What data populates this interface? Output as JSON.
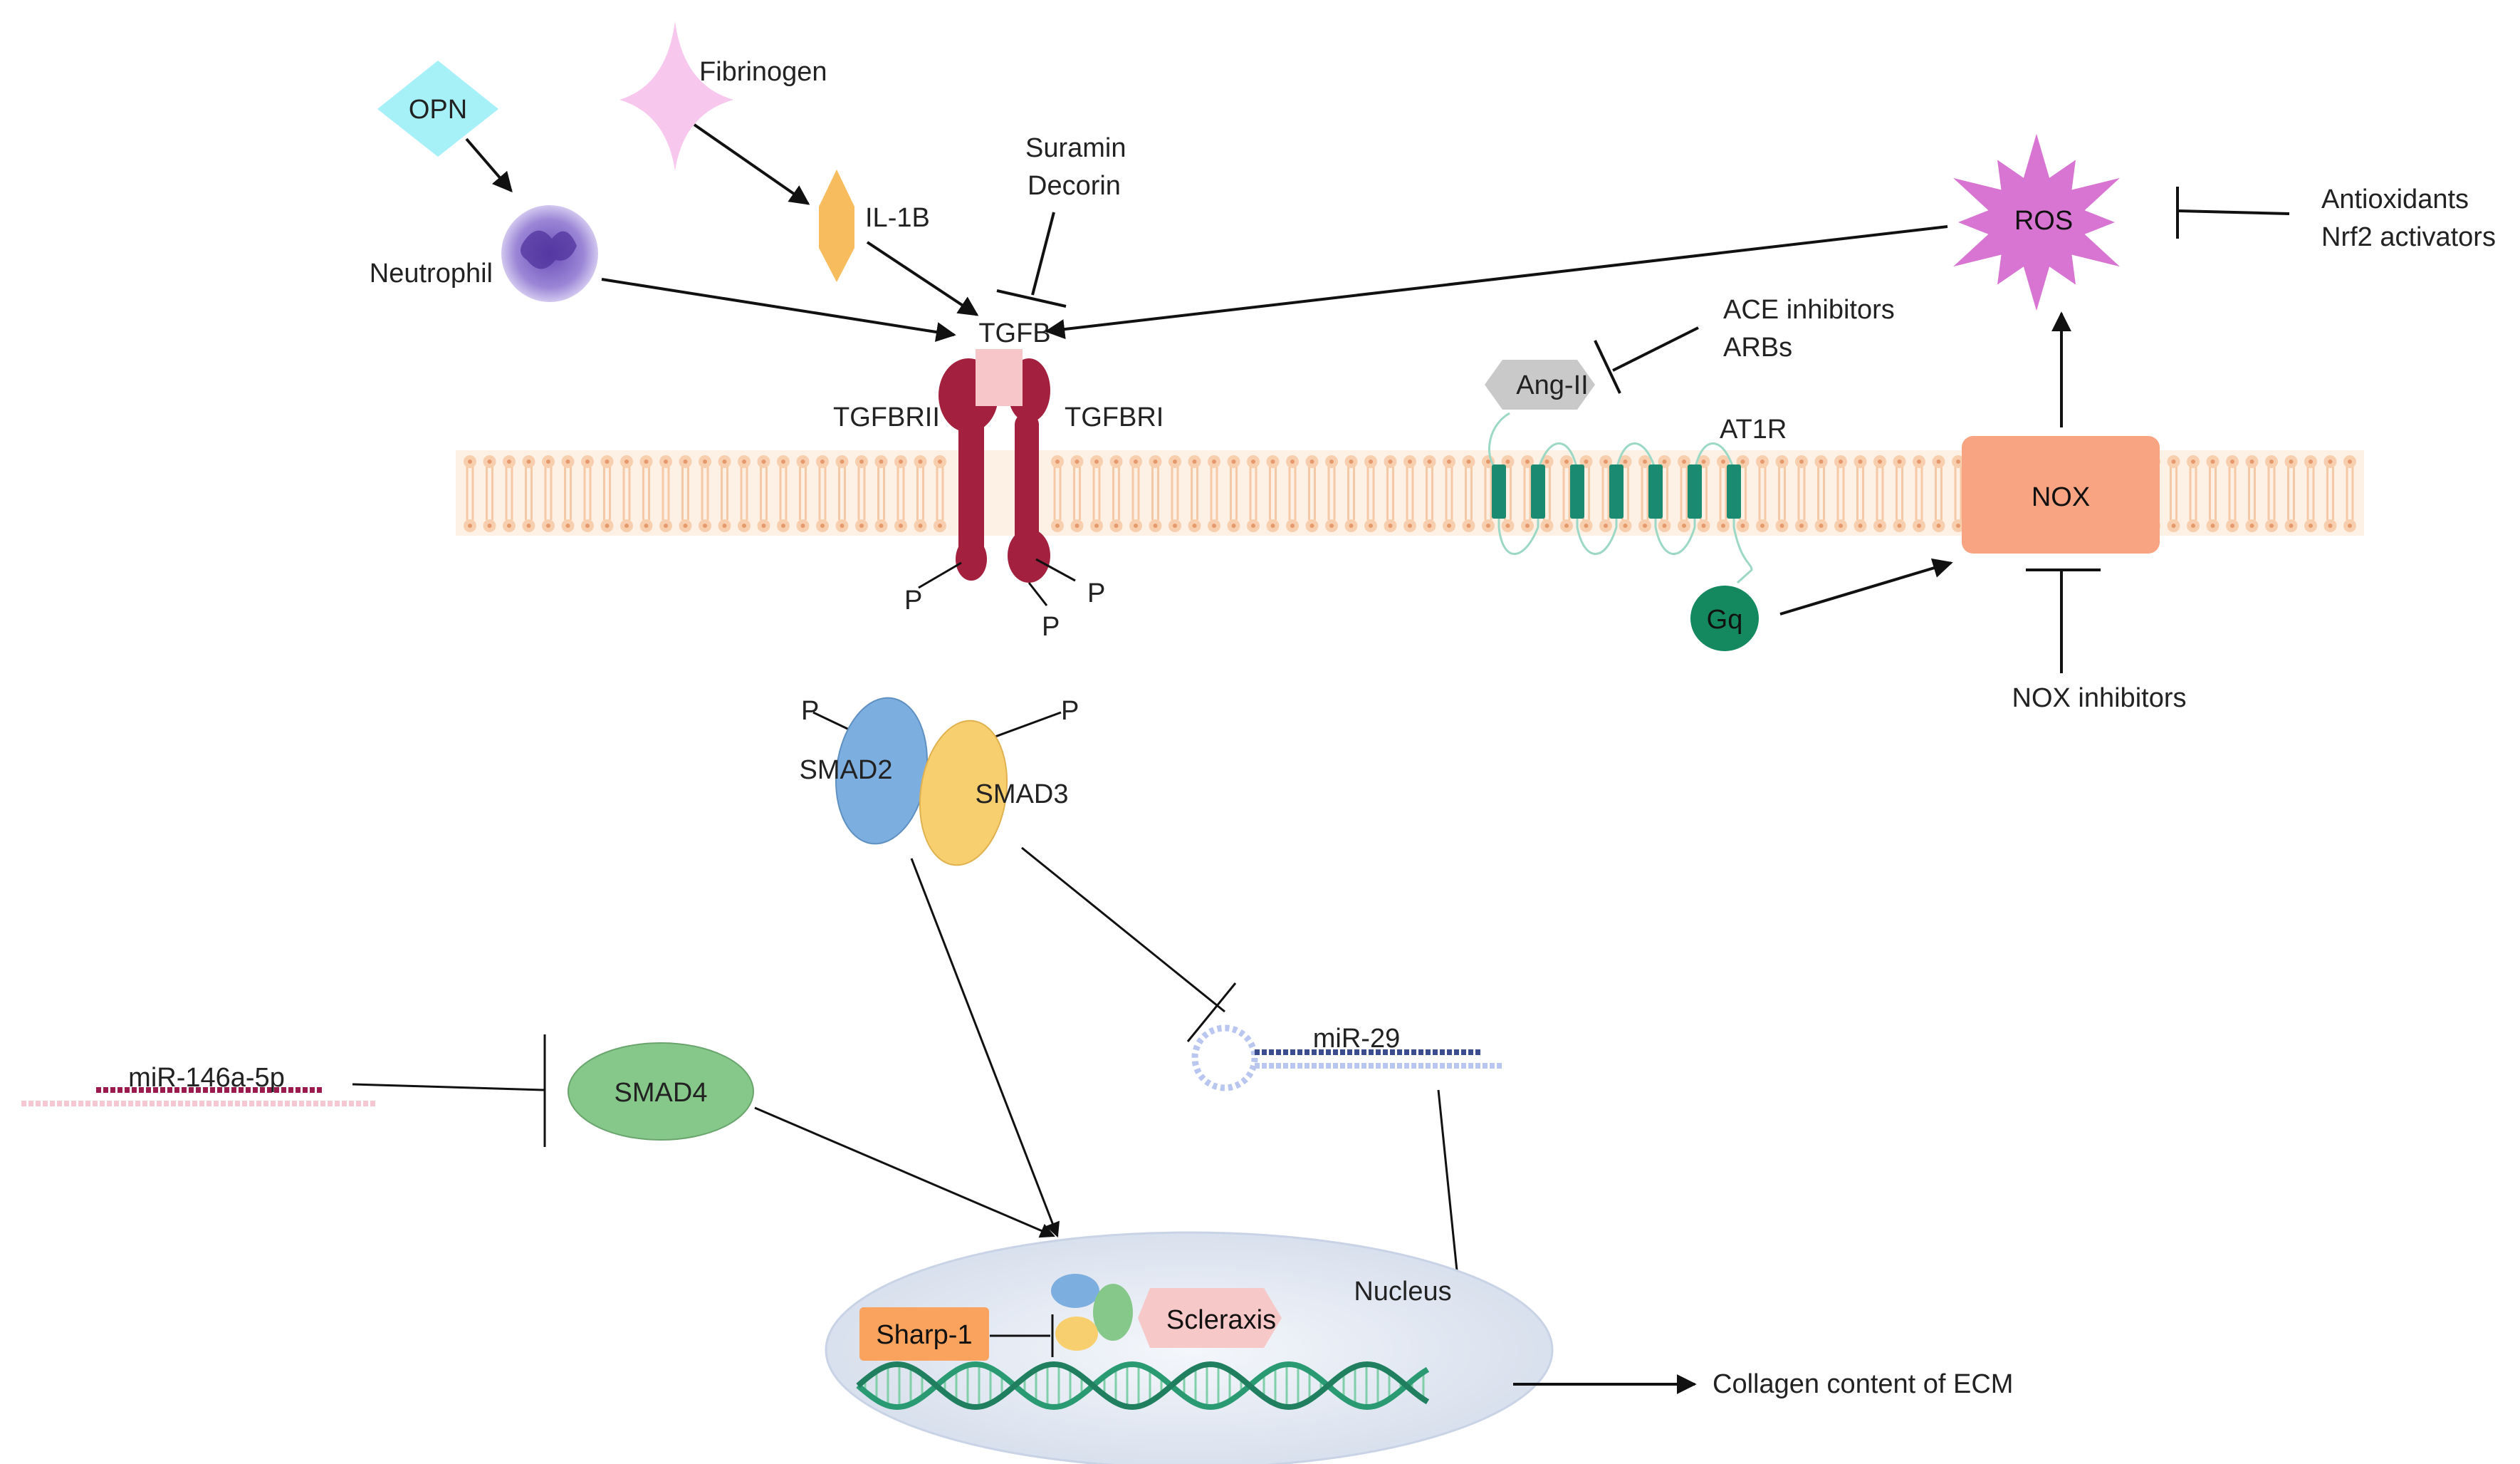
{
  "labels": {
    "opn": "OPN",
    "fibrinogen": "Fibrinogen",
    "neutrophil": "Neutrophil",
    "il1b": "IL-1B",
    "suramin": "Suramin",
    "decorin": "Decorin",
    "tgfb": "TGFB",
    "tgfbrii": "TGFBRII",
    "tgfbri": "TGFBRI",
    "p": "P",
    "smad2": "SMAD2",
    "smad3": "SMAD3",
    "smad4": "SMAD4",
    "mir146": "miR-146a-5p",
    "mir29": "miR-29",
    "sharp1": "Sharp-1",
    "scleraxis": "Scleraxis",
    "nucleus": "Nucleus",
    "collagen": "Collagen content of ECM",
    "ang_ii": "Ang-II",
    "ace_inhibitors": "ACE inhibitors",
    "arbs": "ARBs",
    "at1r": "AT1R",
    "gq": "Gq",
    "nox": "NOX",
    "nox_inhibitors": "NOX inhibitors",
    "ros": "ROS",
    "antioxidants": "Antioxidants",
    "nrf2": "Nrf2 activators"
  },
  "colors": {
    "opn": "#a6f0f7",
    "fibrinogen": "#f7c7ee",
    "neutrophil": "#8a72c8",
    "il1b": "#f7bc5e",
    "tgfb": "#f7c6c9",
    "receptor": "#a3203e",
    "membrane": "#f8d5b5",
    "smad2": "#7daee0",
    "smad3": "#f7cf6f",
    "smad4": "#86c88a",
    "mir146": "#9b1b4f",
    "mir146_backbone": "#f6c6d2",
    "mir29": "#3c4d8f",
    "mir29_loop": "#b9c6ef",
    "sharp1": "#f9a35f",
    "scleraxis": "#f7c8c8",
    "nucleus": "#e1e7f1",
    "dna": "#2a9a73",
    "at1r": "#1a8a70",
    "gq": "#14885e",
    "nox": "#f8a482",
    "ros": "#d874d2",
    "ang_ii": "#c9c9c9"
  }
}
